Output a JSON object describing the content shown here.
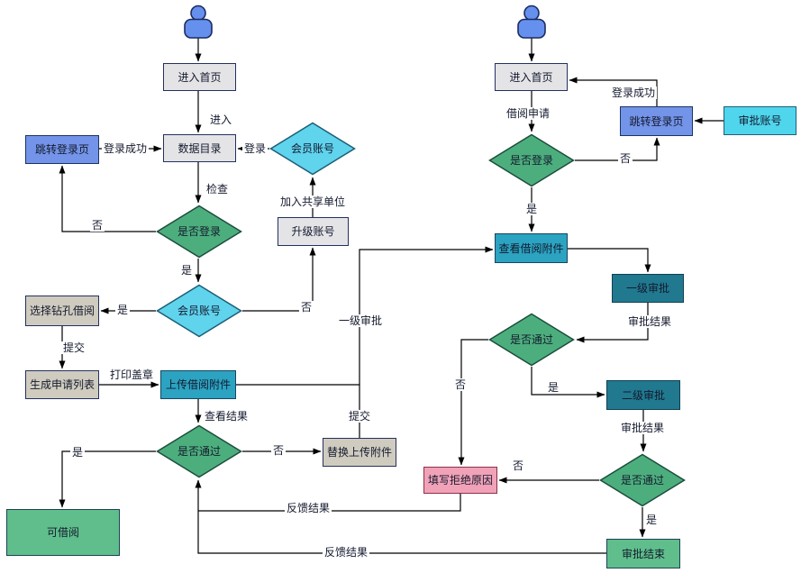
{
  "palette": {
    "gray_node": "#e4e4e7",
    "beige_node": "#cfcbbf",
    "blue_node": "#7394e8",
    "cyan_node": "#4fd5ec",
    "teal_node": "#2ba3c1",
    "dark_teal_node": "#20798f",
    "green_node": "#5fbe8b",
    "pink_node": "#f2a2b8",
    "green_diamond": "#4dae7d",
    "cyan_diamond": "#60d3ed",
    "person_fill": "#6590ee",
    "line_color": "#000000",
    "text_color": "#141a2e"
  },
  "left_flow": {
    "nodes": {
      "enter_home": "进入首页",
      "jump_login": "跳转登录页",
      "data_catalog": "数据目录",
      "member_account_check": "会员账号",
      "is_login": "是否登录",
      "upgrade_account": "升级账号",
      "member_account": "会员账号",
      "select_borehole": "选择钻孔借阅",
      "generate_list": "生成申请列表",
      "upload_attachment": "上传借阅附件",
      "is_pass": "是否通过",
      "replace_upload": "替换上传附件",
      "can_borrow": "可借阅"
    },
    "edge_labels": {
      "enter": "进入",
      "login_success": "登录成功",
      "login": "登录",
      "check": "检查",
      "not_logged_in": "否",
      "logged_in": "是",
      "join_share_unit": "加入共享单位",
      "not_member": "否",
      "is_member": "是",
      "submit": "提交",
      "print_seal": "打印盖章",
      "view_result": "查看结果",
      "first_approval": "一级审批",
      "resubmit": "提交",
      "not_pass": "否",
      "pass": "是"
    }
  },
  "cross": {
    "feedback_result_top": "反馈结果",
    "feedback_result_bottom": "反馈结果"
  },
  "right_flow": {
    "nodes": {
      "enter_home": "进入首页",
      "jump_login": "跳转登录页",
      "approve_account": "审批账号",
      "is_login": "是否登录",
      "view_attachment": "查看借阅附件",
      "first_approval": "一级审批",
      "is_pass_first": "是否通过",
      "second_approval": "二级审批",
      "is_pass_second": "是否通过",
      "fill_reject_reason": "填写拒绝原因",
      "approval_end": "审批结束"
    },
    "edge_labels": {
      "borrow_apply": "借阅申请",
      "not_logged_in": "否",
      "login_success": "登录成功",
      "logged_in": "是",
      "approval_result_1": "审批结果",
      "pass_1": "是",
      "not_pass_1": "否",
      "approval_result_2": "审批结果",
      "not_pass_2": "否",
      "pass_2": "是"
    }
  }
}
